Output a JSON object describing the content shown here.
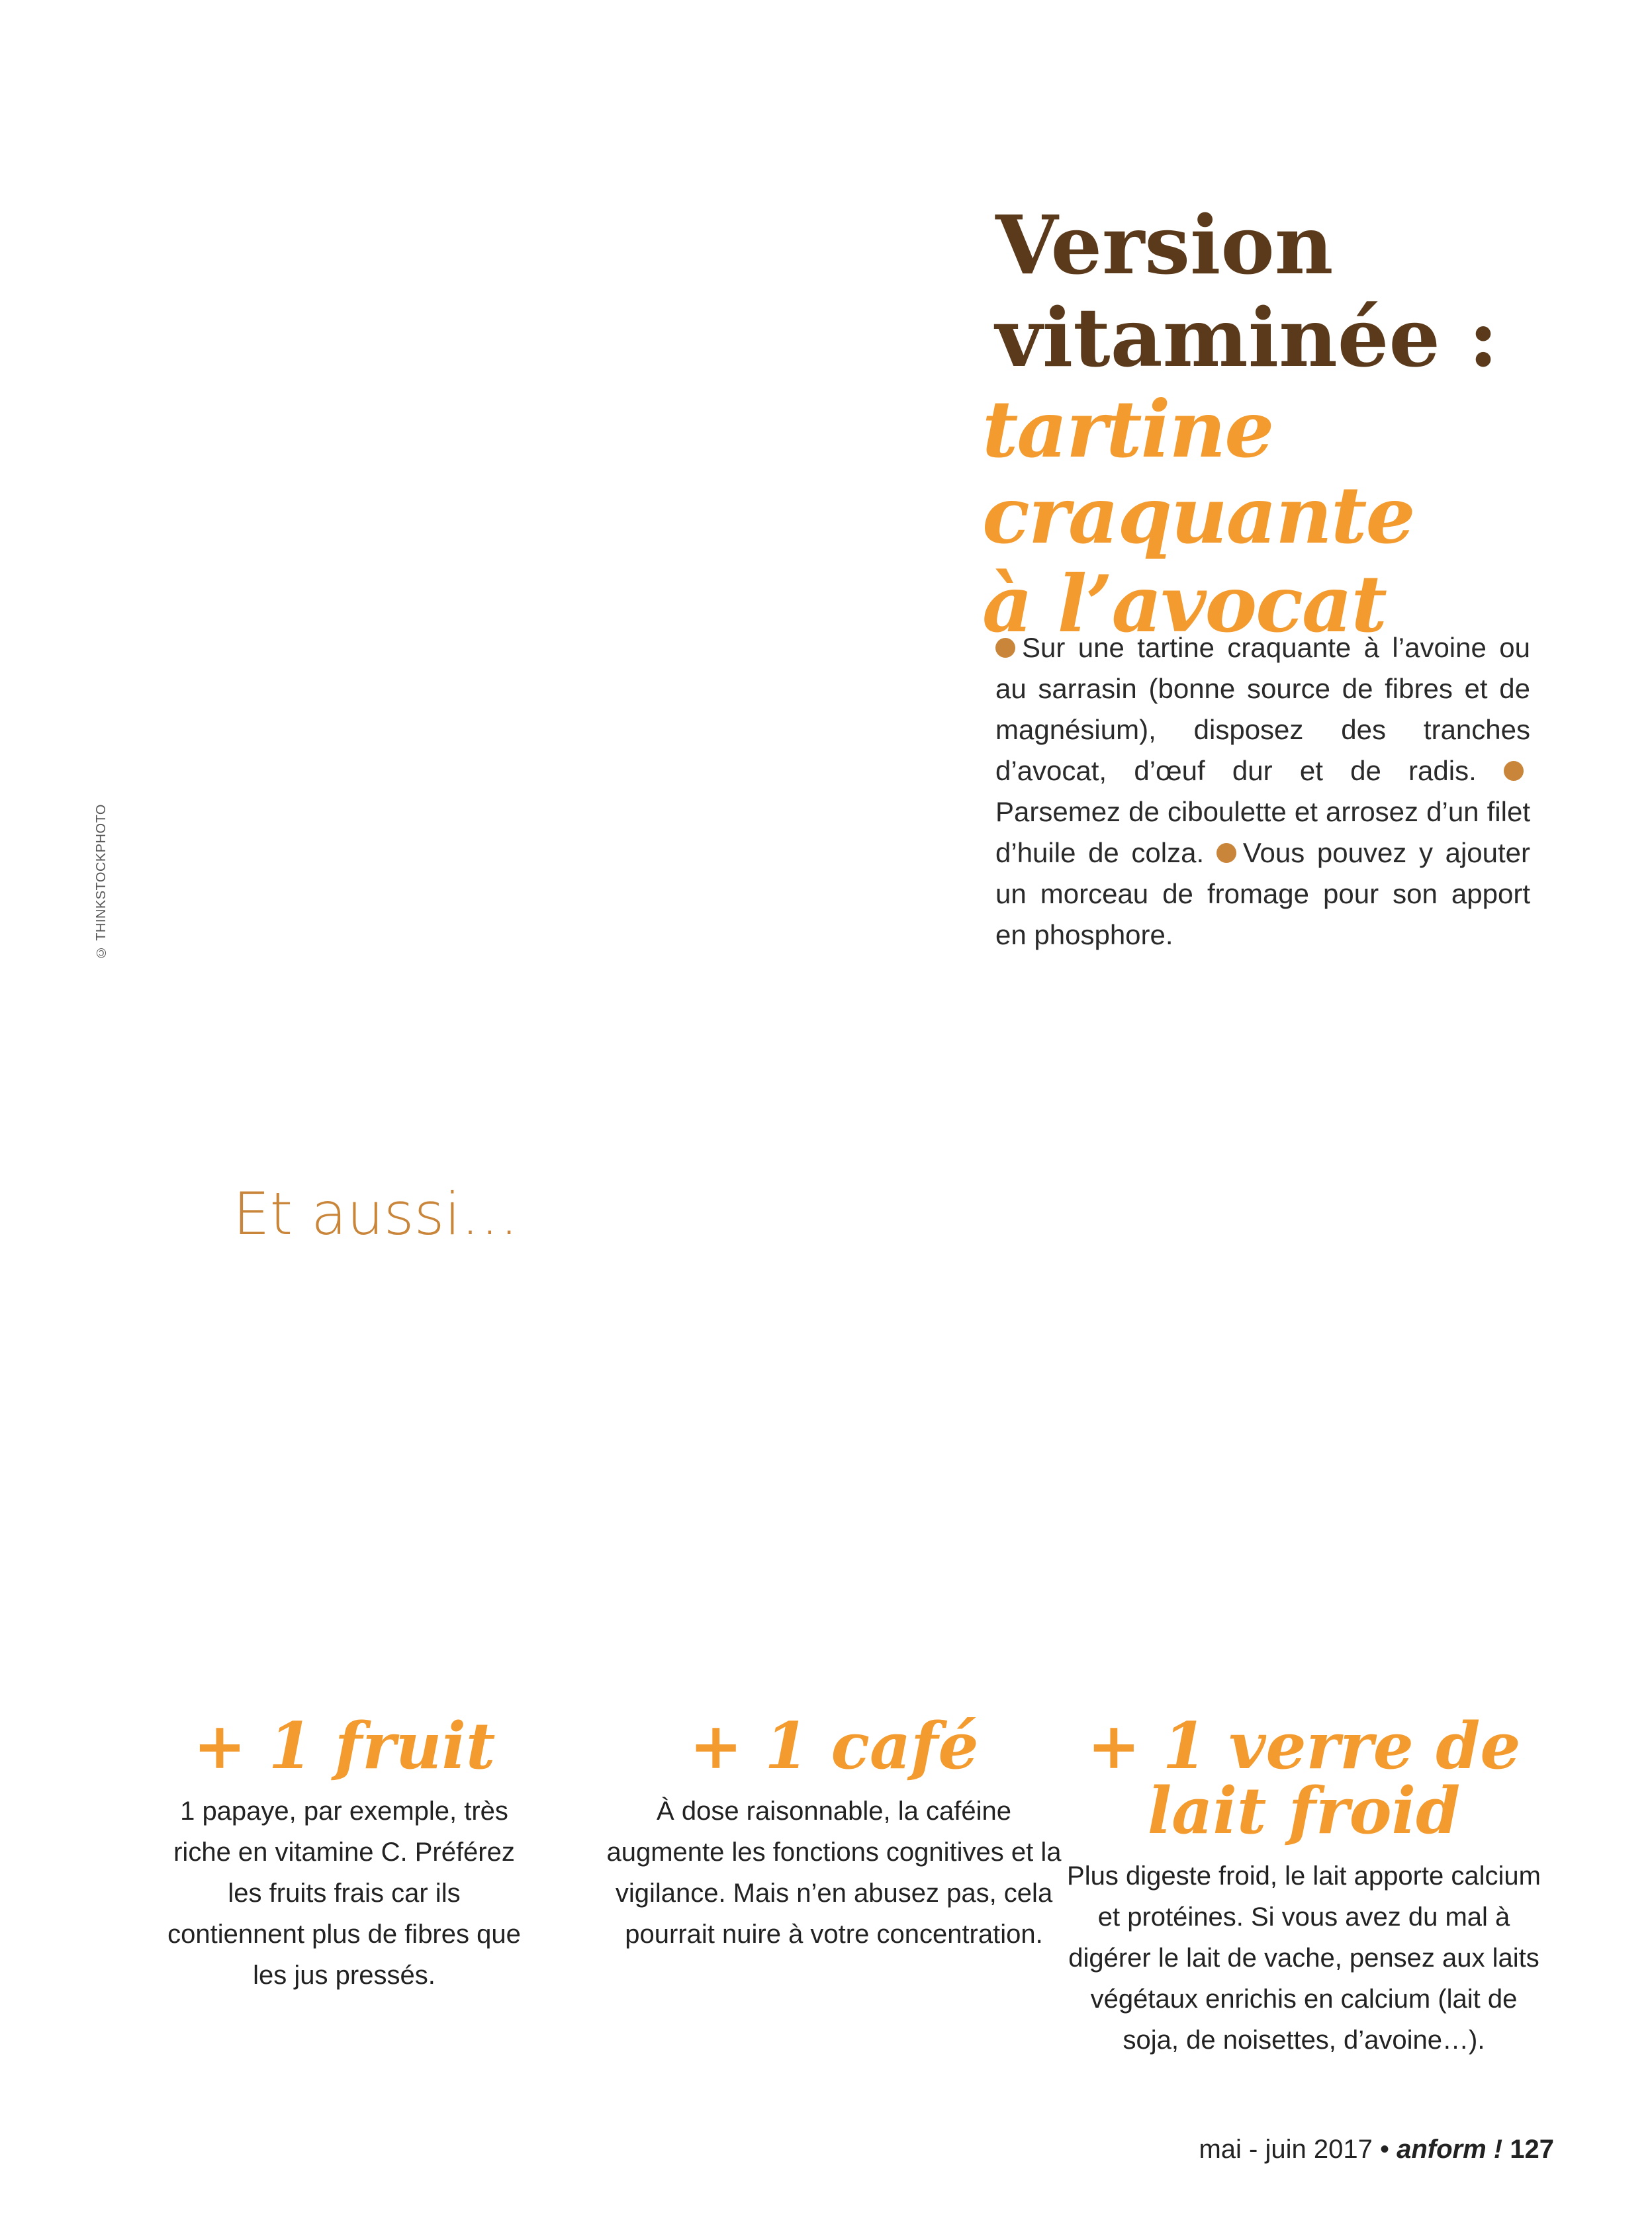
{
  "credit": "© THINKSTOCKPHOTO",
  "title": {
    "line1": "Version",
    "line2": "vitaminée :",
    "script1": "tartine craquante",
    "script2": "à l’avocat"
  },
  "recipe": {
    "step1": "Sur une tartine craquante à l’avoine ou au sarrasin (bonne source de fibres et de magnésium), disposez des tranches d’avocat, d’œuf dur et de radis.",
    "step2": "Parsemez de ciboulette et arrosez d’un filet d’huile de colza.",
    "step3": "Vous pouvez y ajouter un morceau de fromage pour son apport en phosphore."
  },
  "aussi": "Et aussi…",
  "extras": [
    {
      "title": "+ 1 fruit",
      "text": "1 papaye, par exemple, très riche en vitamine C. Préférez les fruits frais car ils contiennent plus de fibres que les jus pressés."
    },
    {
      "title": "+ 1 café",
      "text": "À dose raisonnable, la caféine augmente les fonctions cognitives et la vigilance. Mais n’en abusez pas, cela pourrait nuire à votre concentration."
    },
    {
      "title": "+ 1 verre de lait froid",
      "text": "Plus digeste froid, le lait apporte calcium et protéines. Si vous avez du mal à digérer le lait de vache, pensez aux laits végétaux enrichis en calcium (lait de soja, de noisettes, d’avoine…)."
    }
  ],
  "footer": {
    "date": "mai - juin 2017",
    "separator": "•",
    "magazine": "anform !",
    "page": "127"
  }
}
